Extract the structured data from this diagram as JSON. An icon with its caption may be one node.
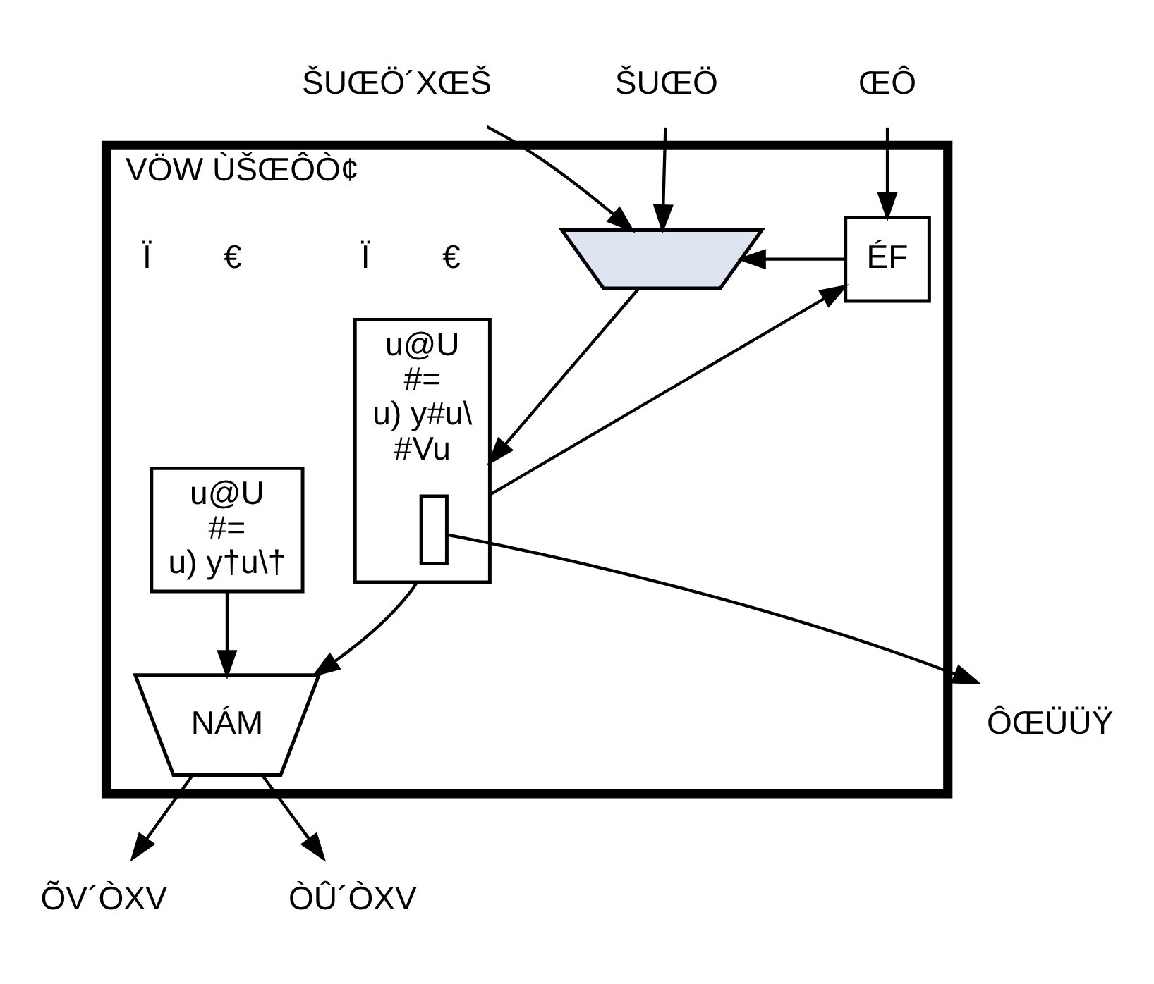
{
  "diagram": {
    "nodes": [
      {
        "text": [
          "VÖW ÙŠŒÔÒ¢"
        ]
      },
      {
        "text": [
          "ŠUŒÖ´XŒŠ"
        ]
      },
      {
        "text": [
          "ŠUŒÖ"
        ]
      },
      {
        "text": [],
        "shape": "trapezium",
        "in": 0
      },
      {
        "text": [
          "ŒÔ"
        ]
      },
      {
        "text": [
          "ÉF"
        ],
        "in": 0
      },
      {
        "text": [
          "u@U",
          "#=",
          "u) y#u\\",
          "#Vu"
        ],
        "beside": [
          "Ï",
          "€"
        ],
        "in": 0
      },
      {
        "text": [],
        "shape": "box",
        "in": 6
      },
      {
        "text": [
          "u@U",
          "#=",
          "u) y†u\\†"
        ],
        "beside": [
          "Ï",
          "€"
        ],
        "in": 0
      },
      {
        "text": [
          "NÁM"
        ],
        "in": 0
      },
      {
        "text": [
          "ÔŒÜÜŸ"
        ]
      },
      {
        "text": [
          "ÕV´ÒXV"
        ]
      },
      {
        "text": [
          "ÒÛ´ÒXV"
        ]
      }
    ],
    "edges": [
      {
        "from": 1,
        "to": 3,
        "arrow": "to"
      },
      {
        "from": 2,
        "to": 3,
        "arrow": "to"
      },
      {
        "from": 5,
        "to": 3,
        "arrow": "to"
      },
      {
        "from": 3,
        "to": 6,
        "arrow": "to"
      },
      {
        "from": 4,
        "to": 5,
        "arrow": "to"
      },
      {
        "from": 6,
        "to": 5,
        "arrow": "to"
      },
      {
        "from": 6,
        "to": 9,
        "arrow": "to"
      },
      {
        "from": 8,
        "to": 9,
        "arrow": "to"
      },
      {
        "from": 7,
        "to": 10,
        "arrow": "to"
      },
      {
        "from": 9,
        "to": 11,
        "arrow": "to"
      },
      {
        "from": 9,
        "to": 12,
        "arrow": "to"
      }
    ]
  }
}
